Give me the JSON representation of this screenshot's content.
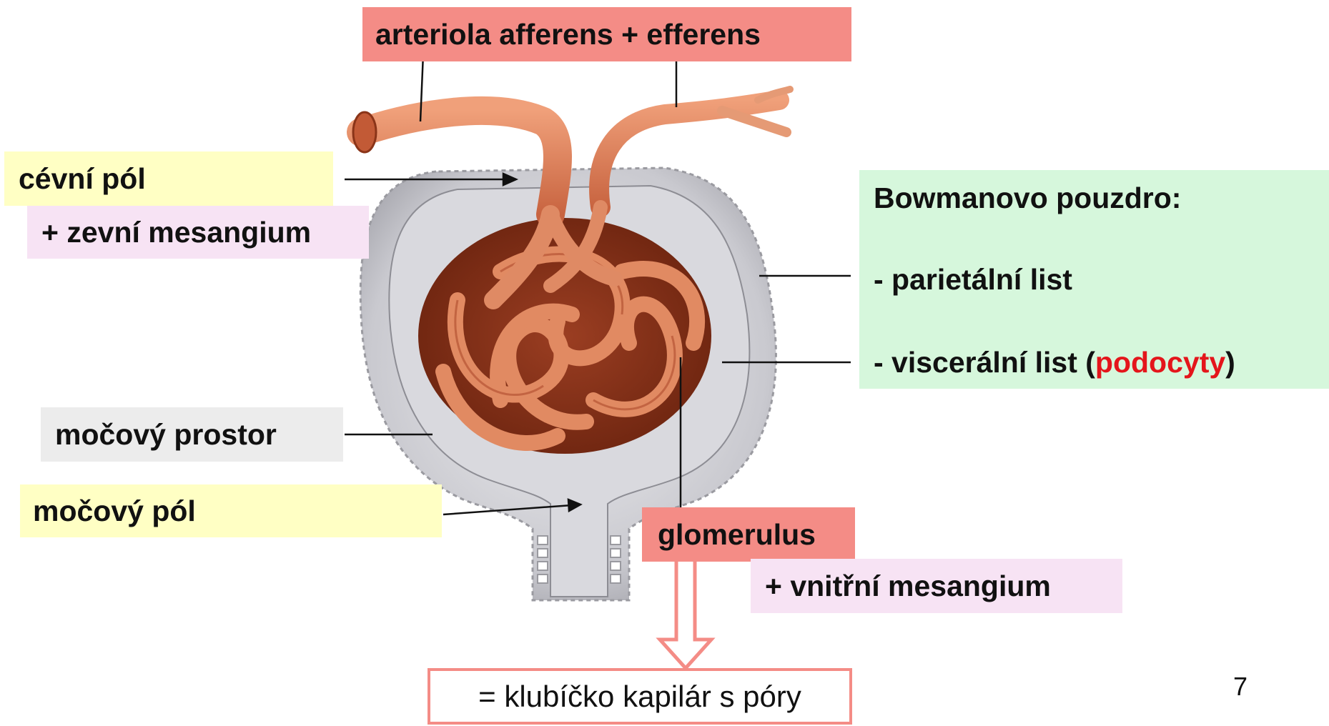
{
  "labels": {
    "arteriola": "arteriola afferens + efferens",
    "cevni_pol": "cévní pól",
    "zevni_mesangium": "+ zevní mesangium",
    "mocovy_prostor": "močový prostor",
    "mocovy_pol": "močový pól",
    "glomerulus": "glomerulus",
    "vnitrni_mesangium": "+ vnitřní mesangium",
    "result": "= klubíčko kapilár s póry"
  },
  "bowman": {
    "title": "Bowmanovo pouzdro:",
    "parietal": "- parietální list",
    "visceral_prefix": "- viscerální list (",
    "visceral_highlight": "podocyty",
    "visceral_suffix": ")"
  },
  "page_number": "7",
  "colors": {
    "salmon": "#f48c86",
    "yellow": "#ffffc4",
    "pink": "#f7e3f4",
    "gray": "#ececec",
    "green": "#d6f7dc",
    "red_text": "#e4151b"
  }
}
